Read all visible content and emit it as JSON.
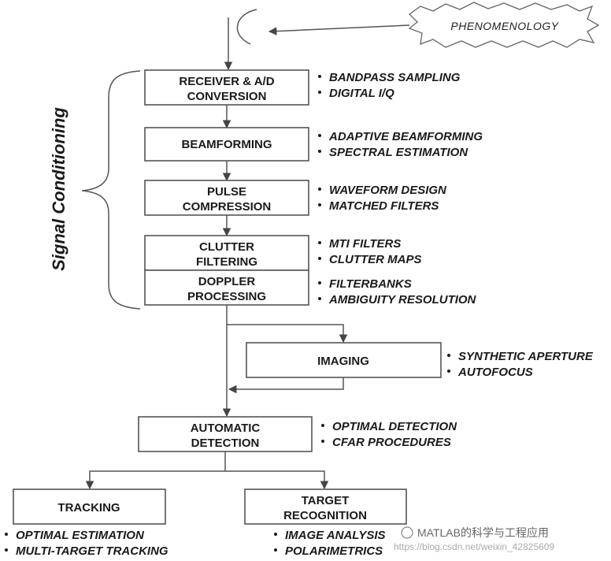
{
  "phenomenology": {
    "label": "PHENOMENOLOGY"
  },
  "side_label": "Signal Conditioning",
  "receiver": {
    "lines": [
      "RECEIVER & A/D",
      "CONVERSION"
    ],
    "bullets": [
      "BANDPASS SAMPLING",
      "DIGITAL I/Q"
    ]
  },
  "beamforming": {
    "lines": [
      "BEAMFORMING"
    ],
    "bullets": [
      "ADAPTIVE BEAMFORMING",
      "SPECTRAL ESTIMATION"
    ]
  },
  "pulse": {
    "lines": [
      "PULSE",
      "COMPRESSION"
    ],
    "bullets": [
      "WAVEFORM DESIGN",
      "MATCHED FILTERS"
    ]
  },
  "clutter": {
    "lines": [
      "CLUTTER",
      "FILTERING"
    ],
    "bullets": [
      "MTI FILTERS",
      "CLUTTER MAPS"
    ]
  },
  "doppler": {
    "lines": [
      "DOPPLER",
      "PROCESSING"
    ],
    "bullets": [
      "FILTERBANKS",
      "AMBIGUITY RESOLUTION"
    ]
  },
  "imaging": {
    "lines": [
      "IMAGING"
    ],
    "bullets": [
      "SYNTHETIC APERTURE",
      "AUTOFOCUS"
    ]
  },
  "detection": {
    "lines": [
      "AUTOMATIC",
      "DETECTION"
    ],
    "bullets": [
      "OPTIMAL DETECTION",
      "CFAR PROCEDURES"
    ]
  },
  "tracking": {
    "lines": [
      "TRACKING"
    ],
    "bullets": [
      "OPTIMAL ESTIMATION",
      "MULTI-TARGET TRACKING"
    ]
  },
  "recognition": {
    "lines": [
      "TARGET",
      "RECOGNITION"
    ],
    "bullets": [
      "IMAGE ANALYSIS",
      "POLARIMETRICS"
    ]
  },
  "watermark": {
    "brand": "MATLAB的科学与工程应用",
    "url": "https://blog.csdn.net/weixin_42825609"
  }
}
